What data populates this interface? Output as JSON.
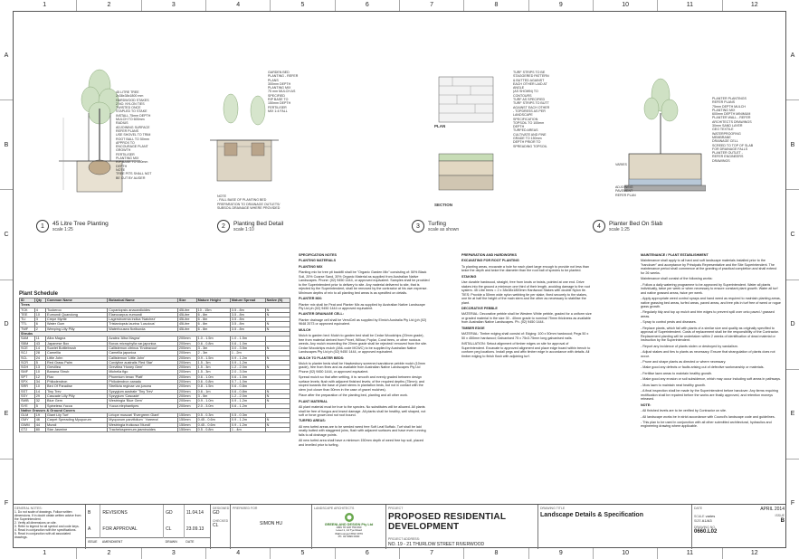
{
  "columns": [
    "1",
    "2",
    "3",
    "4",
    "5",
    "6",
    "7",
    "8",
    "9",
    "10",
    "11",
    "12"
  ],
  "rows": [
    "A",
    "B",
    "C",
    "D",
    "E",
    "F"
  ],
  "details": [
    {
      "num": "1",
      "title": "45 Litre Tree Planting",
      "scale": "scale 1:25"
    },
    {
      "num": "2",
      "title": "Planting Bed Detail",
      "scale": "scale 1:10"
    },
    {
      "num": "3",
      "title": "Turfing",
      "scale": "scale as shown"
    },
    {
      "num": "4",
      "title": "Planter Bed On Slab",
      "scale": "scale 1:25"
    }
  ],
  "d1_notes": "45 LITRE TREE\n2x38x38x1800 mm\nHARDWOOD STAKES\n2 NO. NYLON TIES\nTWISTED ONCE\nSTAPLED TO STAKE\nINSTALL 75mm DEPTH\nMULCH TO 600mm\nRADIUS\nADJOINING SURFACE\nREFER PLANS\nUSE SHOVEL TO TRIM\nROOT BALL TO 50mm\nAPPROX TO\nENCOURAGE PLANT\nGROWTH\nFERTILISER\nPLANTING MIX\nRIP BASE TO 150mm\nDEPTH\nNOTE\nTREE PITS SHALL NOT\nBE CUT BY AUGER",
  "d2_notes": "GARDEN BED\nPLANTING - REFER\nPLANS\n300mm DEPTH\nPLANTING MIX\n75 mm MULCH AS\nSPECIFIED\nRIP BASE TO\n150mm DEPTH\nFERTILISER\nMIX 1:4 FALL",
  "d2_bottom": "NOTE\n- FALL BASE OF PLANTING BED\nPREPARATION TO DRAINAGE OUTLETS/\nSUBSOIL DRAINAGE WHERE PROVIDED",
  "d3_notes": "TURF STRIPS TO BE\nSTAGGERED PATTERN\n& BUTTED AGAINST\nEACH OTHER LAID AT\nANGLE\n(AS SHOWN) TO\nCONTOURS\nTURF AS SPECIFIED\nTURF STRIPS TO BUTT\nAGAINST EACH OTHER\n- TOPDRESS AS PER\nLANDSCAPE\nSPECIFICATION\nTOPSOIL TO 100mm\nDEPTH\nTURFED AREAS\nCULTIVATE AND FINE\nGRADE TO 150mm\nDEPTH PRIOR TO\nSPREADING TOPSOIL",
  "d3_labels": {
    "plan": "PLAN",
    "section": "SECTION"
  },
  "d4_notes": "PLANTER PLANTINGS\nREFER PLANS\n75mm DEPTH MULCH\nPLANTING MIX\n600mm DEPTH MINIMUM\nPLANTER WALL - REFER\nARCHITECTS DRAWINGS\n30mm SAND LAYER\nGEO TEXTILE\nWATERPROOFING\nMEMBRANE\nDRAINAGE CELL\nSCREED TO TOP OF SLAB\nFOR DRAINAGE FALLS\nPLANTER OUTLET -\nREFER ENGINEERS\nDRAWINGS",
  "d4_side": "ADJOINING\nPAVEMENT\nREFER PLAN",
  "d4_varies": "VARIES",
  "spec1": [
    {
      "h": "SPECIFICATION NOTES"
    },
    {
      "h": "PLANTING MATERIALS"
    },
    {
      "h": "Planting Mix"
    },
    {
      "t": "Planting mix for tree pit backfill shall be \"Organic Garden Mix\" consisting of: 50% Black Soil, 20% Coarse Sand, 30% Organic Material as supplied from Australian Native Landscapes. Phone: (02) 9450 1444, or approved equivalent. Samples shall be provided to the Superintendent prior to delivery to site. Any material delivered to site, that is rejected by the Superintendent, shall be removed by the contractor at his own expense. Minimum depths of mix to all planting bed areas is as specified on details."
    },
    {
      "h": "Planter Mix:"
    },
    {
      "t": "Planter mix shall be Peat and Planter Mix as supplied by Australian Native Landscape Pty Ltd ph (02) 9450 1444 or approved equivalent."
    },
    {
      "h": "Planter Drainage Cell:"
    },
    {
      "t": "Planter drainage cell shall be VersiCell as supplied by Elmich Australia Pty Ltd (ph (02) 9648 2073 or approved equivalent."
    },
    {
      "h": "Mulch"
    },
    {
      "t": "Mulch to garden bed: Mulch to garden bed shall be Cedar Woodchips (20mm grade), free from material derived from Privet, Willow, Poplar, Coral trees, or other noxious weeds. Any mulch exceeding the 20mm grade shall be rejected/ removed from the site. Cedar Woodchips mulch (ANL code MCWC) to be supplied by Australian Native Landscapes Pty Ltd ph (02) 9450 1444, or approved equivalent."
    },
    {
      "h": "Mulch to planter beds:"
    },
    {
      "t": "Mulch to planter beds shall be Hawkesbury screened sandstone pebble mulch (10mm grade), free from fines and as available from Australian Native Landscapes Pty Ltd Phone (02) 9450 1444, or approved equivalent."
    },
    {
      "t": "Spread mulch so that after settling, it is: smooth and evenly graded between design surface levels; flush with adjacent finished levels; of the required depths (75mm); and sloped towards the base of plant stems in plantation beds, but not in contact with the stem (not closer than 50mm in the case of gravel mulches)."
    },
    {
      "t": "Place after the preparation of the planting bed, planting and all other work."
    },
    {
      "h": "Plant Material"
    },
    {
      "t": "All plant material must be true to the species. No substitutes will be allowed. All plants shall be free of fungus and insect damage. All plants shall be healthy, well shaped, not soft or force grown and not root bound."
    },
    {
      "h": "Turfed areas:"
    },
    {
      "t": "All new turfed areas are to be seeded weed free Soft Leaf Buffalo. Turf shall be laid neatly butted with staggered joins, flush with adjacent surfaces and have even running falls to all drainage points."
    },
    {
      "t": "All new turfed area shall have a minimum 150mm depth of weed free top soil, placed and levelled prior to turfing."
    }
  ],
  "spec2": [
    {
      "h": "PREPARATION AND HARDWORKS"
    },
    {
      "h": "Excavating for Root Planting"
    },
    {
      "t": "To planting areas, excavate a hole for each plant large enough to provide not less than twice the depth and twice the diameter than the root ball of species to be planted."
    },
    {
      "h": "Staking"
    },
    {
      "t": "Use durable hardwood, straight, free from knots or twists, pointed at one end. Drive stakes into the ground a minimum one third of their length, avoiding damage to the root system. 45 Litre trees = 2 x 38x38x1800mm Hardwood Stakes with double Nylon tie. TIES: Provide a 50mm wide nylon webbing tie per stake, fixed securely to the stakes, one tie at half the height of the main stem and the other as necessary to stabilise the plant."
    },
    {
      "h": "Decorative Pebble"
    },
    {
      "t": "MATERIAL: Decorative pebble shall be Western White pebble, graded for a uniform size or graded material in the size 30 - 40mm grade to nominal 75mm thickness as available from Australian Native Landscapes. Ph. (02) 9450 1444."
    },
    {
      "h": "Timber Edge"
    },
    {
      "t": "MATERIAL: Timber edging shall consist of: Edging: 100 x 50mm hardwood; Pegs 50 x 50 x 450mm hardwood; Galvanised 75 x 75x3.75mm long galvanised nails."
    },
    {
      "t": "INSTALLATION: Setout alignment of timber edges on site for approval of Superintendent. Excavate to approved alignment and place edge board within trench to conform peg locations. Install pegs and affix timber edge in accordance with details. All timber edging to finish flush with adjoining turf."
    }
  ],
  "spec3": [
    {
      "h": "MAINTENANCE / PLANT ESTABLISHMENT"
    },
    {
      "t": "Maintenance shall apply to all hard and soft landscape materials installed prior to the \"handover\" and acceptance by Principals Representative and the Site Superintendent. The maintenance period shall commence at the granting of practical completion and shall extend for 26 weeks."
    },
    {
      "t": "Maintenance shall consist of the following works:"
    },
    {
      "t": "- Follow a daily watering programme to be approved by Superintendent. Water all plants individually, twice per week or when necessary to ensure constant plant growth. Water all turf and native grassed areas, twice per week."
    },
    {
      "t": "- Apply appropriate weed control sprays and hand weed as required to maintain planting areas, native grassing bed areas, turfed areas, paved areas, and tree pits in turf free of weed or rogue grass growth."
    },
    {
      "t": "- Regularly tidy and top up mulch and trim edges to prevent spill over onto paved / grassed areas."
    },
    {
      "t": "- Spray to control pests and diseases."
    },
    {
      "t": "- Replace plants, which fail with plants of a similar size and quality as originally specified to approval of Superintendent. Costs of replacement shall be the responsibility of the Contractor. Replacement planting will be undertaken within 2 weeks of identification of dead material or instruction by the Superintendent."
    },
    {
      "t": "- Report any incidence of plants stolen or destroyed by vandalism."
    },
    {
      "t": "- Adjust stakes and ties to plants as necessary. Ensure that strangulation of plants does not occur."
    },
    {
      "t": "- Prune and shape plants as directed or where necessary."
    },
    {
      "t": "- Make good any defects or faults arising out of defective workmanship or materials."
    },
    {
      "t": "- Fertilise lawn areas to maintain healthy growth."
    },
    {
      "t": "- Make good any erosion or soil subsidence, which may occur including soft areas in pathways."
    },
    {
      "t": "- Mow lawn to maintain neat healthy growth."
    },
    {
      "t": "- A final inspection shall be made by the Superintendent before handover. Any items requiring rectification shall be repaired before the works are finally approved, and retention moneys released."
    },
    {
      "h": "NOTE:"
    },
    {
      "t": "- All finished levels are to be verified by Contractor on site."
    },
    {
      "t": "- All landscape works be in strict accordance with Council's landscape code and guidelines."
    },
    {
      "t": "- This plan to be used in conjunction with all other submitted architectural, hydraulics and engineering drawing where applicable."
    }
  ],
  "schedule": {
    "title": "Plant Schedule",
    "headers": [
      "ID",
      "Qty",
      "Common Name",
      "Botanical Name",
      "Size",
      "Mature Height",
      "Mature Spread",
      "Native (N)"
    ],
    "groups": [
      {
        "name": "Trees",
        "rows": [
          [
            "TCK",
            "4",
            "Tuckeroo",
            "Cupaniopsis anacardioides",
            "45Litre",
            "10 - 15m",
            "3.5 - 8m",
            "N"
          ],
          [
            "TEE",
            "10",
            "Eumundi Quandong",
            "Elaeocarpus eumundi",
            "45Litre",
            "6 - 8m",
            "3.5 - 8m",
            "N"
          ],
          [
            "TLI",
            "3",
            "Crepe Myrtle",
            "Lagerstroemia indica 'Natchez'",
            "45Litre",
            "6 - 8m",
            "3.5 - 8m",
            ""
          ],
          [
            "TTL",
            "6",
            "Water Gum",
            "Tristaniopsis laurina 'Luscious'",
            "45Litre",
            "6 - 8m",
            "3.5 - 8m",
            "N"
          ],
          [
            "TWF",
            "2",
            "Weeping Lilly Pilly",
            "Waterhousea floribunda",
            "45Litre",
            "6 - 8m",
            "3.5 - 8m",
            "N"
          ]
        ]
      },
      {
        "name": "Shrubs",
        "rows": [
          [
            "SAM",
            "11",
            "Alba Magna",
            "Azalea 'Alba Magna'",
            "200mm",
            "1.0 - 1.5m",
            "1.0 - 1.5m",
            ""
          ],
          [
            "SBM",
            "43",
            "Japanese Box",
            "Buxus microphylla var.japonica",
            "200mm",
            "0.6 - 0.8m",
            "0.6 - 1.0m",
            ""
          ],
          [
            "SCE",
            "14",
            "Scarlet Bottlebrush",
            "Callistemon citrinus 'Endeavour'",
            "200mm",
            "3 - 3m",
            "3.0 - 3.5m",
            "N"
          ],
          [
            "SCJ",
            "28",
            "Camellia",
            "Camellia japonica",
            "200mm",
            "2 - 3m",
            "1 - 2m",
            ""
          ],
          [
            "SCL",
            "24",
            "Little John",
            "Callistemon 'Little John'",
            "200mm",
            "0.9 - 1.5m",
            "0.9 - 1.2m",
            "N"
          ],
          [
            "SCR",
            "5",
            "Red Grass Palm",
            "Cordyline australis 'Red Star'",
            "200mm",
            "1.5 - 3m",
            "0.9 - 1.2m",
            ""
          ],
          [
            "SGH",
            "13",
            "Grevillea",
            "Grevillea 'Honey Gem'",
            "200mm",
            "1.5 - 3m",
            "1.2 - 2.0m",
            "N"
          ],
          [
            "SMF",
            "10",
            "Banana Shrub",
            "Michelia figo",
            "200mm",
            "1.5 - 3m",
            "2.0 - 3.0m",
            ""
          ],
          [
            "SPT",
            "12",
            "Flax",
            "Phormium tenax 'Platt'",
            "200mm",
            "0.6 - 1.0m",
            "0.6 - 1.0m",
            ""
          ],
          [
            "SPX",
            "34",
            "Philodendron",
            "Philodendron xanadu",
            "200mm",
            "0.6 - 0.8m",
            "0.7 - 1.0m",
            ""
          ],
          [
            "SRR",
            "10",
            "Bird Of Paradise",
            "Strelitzia reginae var.juncea",
            "200mm",
            "0.8 - 1.5m",
            "0.6 - 0.8m",
            ""
          ],
          [
            "SST",
            "14",
            "Tiny Trev",
            "Syzygium australe 'Tiny Trev'",
            "200mm",
            "0.6 - 1m",
            "0.6 - 0.8m",
            "N"
          ],
          [
            "SSY",
            "29",
            "Cascade Lilly Pilly",
            "Syzygium 'Cascade'",
            "200mm",
            "3 - 5m",
            "1.2 - 2.0m",
            "N"
          ],
          [
            "SWB",
            "32",
            "Blue Gem",
            "Westringia 'Blue Gem'",
            "200mm",
            "0.9 - 1.0m",
            "0.9 - 1.2m",
            "N"
          ],
          [
            "SYE",
            "5",
            "Spineless Yucca",
            "Yucca elephantipes",
            "200mm",
            "2.0 - 3.0m",
            "0.6 - 1.2m",
            ""
          ]
        ]
      },
      {
        "name": "Native Grasses & Ground Covers",
        "rows": [
          [
            "GLM",
            "19",
            "Giant Lily Turf",
            "Liriope muscari 'Evergreen Giant'",
            "150mm",
            "0.5 - 0.3m",
            "0.5 - 0.3m",
            ""
          ],
          [
            "GMY",
            "46",
            "Carpet Spreading Myoporum",
            "Myoporum parvifolium ' Yareena'",
            "150mm",
            "0.45 - 0.6m",
            "0.9 - 1.2m",
            "N"
          ],
          [
            "GWM",
            "44",
            "Mundi",
            "Westringia fruticosa 'Mundi'",
            "150mm",
            "0.45 - 0.6m",
            "0.9 - 1.2m",
            "N"
          ],
          [
            "GTJ",
            "80",
            "Star Jasmine",
            "Trachelospermum jasminoides",
            "150mm",
            "0.5 - 0.8m",
            "1 - 4m",
            ""
          ]
        ]
      }
    ]
  },
  "titleblock": {
    "general_notes_label": "GENERAL NOTES:",
    "general_notes": [
      "1. Do not scale of drawings. Follow written dimensions. If in doubt obtain written advice from the Superintendent.",
      "2. Verify all dimensions on site.",
      "3. Refer to legend for all symbol and code keys.",
      "4. Read in conjunction with the specifications.",
      "5. Read in conjunction with all associated drawings."
    ],
    "revisions": [
      {
        "issue": "B",
        "amendment": "REVISIONS",
        "date": "11.04.14",
        "drawn": "GD"
      },
      {
        "issue": "A",
        "amendment": "FOR APPROVAL",
        "date": "23.09.13",
        "drawn": "CL"
      }
    ],
    "rev_headers": {
      "issue": "ISSUE",
      "amendment": "AMENDMENT",
      "drawn": "DRAWN",
      "date": "DATE"
    },
    "designed_label": "DESIGNED",
    "designed": "GD",
    "checked_label": "CHECKED",
    "checked": "CL",
    "prepared_label": "PREPARED FOR",
    "prepared": "SIMON HU",
    "architect_label": "LANDSCAPE ARCHITECTS",
    "firm": "GREENLAND DESIGN Pty Ltd",
    "firm_sub": "ABN 78 108 759 660\nLevel 1, 14 Tye Road\nWahroonga NSW 2076\nPh: 02 9999 0000",
    "project_label": "PROJECT",
    "project": "PROPOSED RESIDENTIAL DEVELOPMENT",
    "address_label": "PROJECT ADDRESS:",
    "address": "NO. 19 - 21 THURLOW STREET RIVERWOOD",
    "title_label": "DRAWING TITLE",
    "title": "Landscape Details & Specification",
    "date_label": "DATE",
    "date": "APRIL 2014",
    "scale_label": "SCALE",
    "scale": "varies",
    "size_label": "SIZE",
    "size": "A1/A3",
    "issue_label": "ISSUE",
    "issue": "B",
    "dwgno_label": "DRAWING No.",
    "dwgno": "0660.L02"
  }
}
